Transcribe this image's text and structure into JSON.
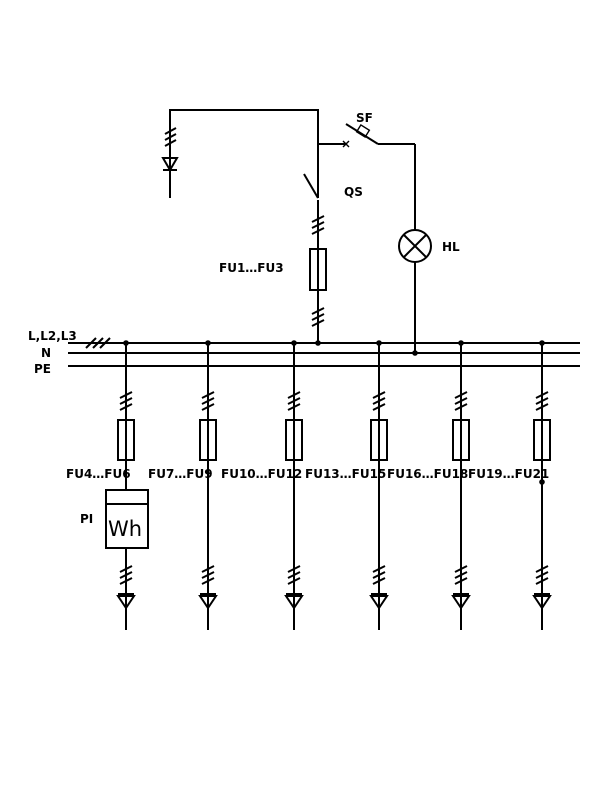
{
  "labels": {
    "sf": "SF",
    "qs": "QS",
    "hl": "HL",
    "fu_main": "FU1…FU3",
    "pi": "PI",
    "meter": "Wh"
  },
  "buses": {
    "phases": "L,L2,L3",
    "neutral": "N",
    "earth": "PE"
  },
  "feeders": [
    {
      "fuse_label": "FU4…FU6"
    },
    {
      "fuse_label": "FU7…FU9"
    },
    {
      "fuse_label": "FU10…FU12"
    },
    {
      "fuse_label": "FU13…FU15"
    },
    {
      "fuse_label": "FU16…FU18"
    },
    {
      "fuse_label": "FU19…FU21"
    }
  ]
}
